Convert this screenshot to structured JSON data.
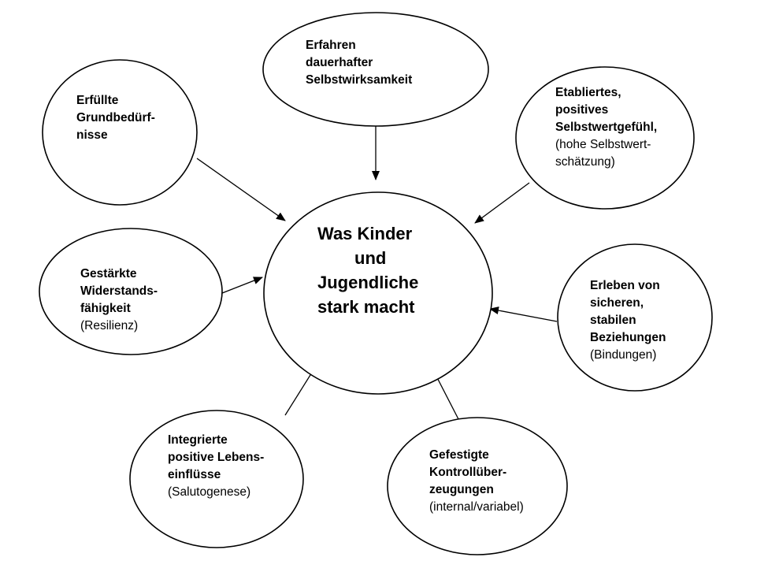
{
  "center": {
    "lines": [
      "Was Kinder",
      "und",
      "Jugendliche",
      "stark macht"
    ]
  },
  "nodes": [
    {
      "bold": [
        "Erfahren",
        "dauerhafter",
        "Selbstwirksamkeit"
      ],
      "normal": []
    },
    {
      "bold": [
        "Erfüllte",
        "Grundbedürf-",
        "nisse"
      ],
      "normal": []
    },
    {
      "bold": [
        "Etabliertes,",
        "positives",
        "Selbstwertgefühl,"
      ],
      "normal": [
        "(hohe Selbstwert-",
        "schätzung)"
      ]
    },
    {
      "bold": [
        "Gestärkte",
        "Widerstands-",
        "fähigkeit"
      ],
      "normal": [
        "(Resilienz)"
      ]
    },
    {
      "bold": [
        "Erleben von",
        "sicheren,",
        "stabilen",
        "Beziehungen"
      ],
      "normal": [
        "(Bindungen)"
      ]
    },
    {
      "bold": [
        "Integrierte",
        "positive Lebens-",
        "einflüsse"
      ],
      "normal": [
        "(Salutogenese)"
      ]
    },
    {
      "bold": [
        "Gefestigte",
        "Kontrollüber-",
        "zeugungen"
      ],
      "normal": [
        "(internal/variabel)"
      ]
    }
  ]
}
